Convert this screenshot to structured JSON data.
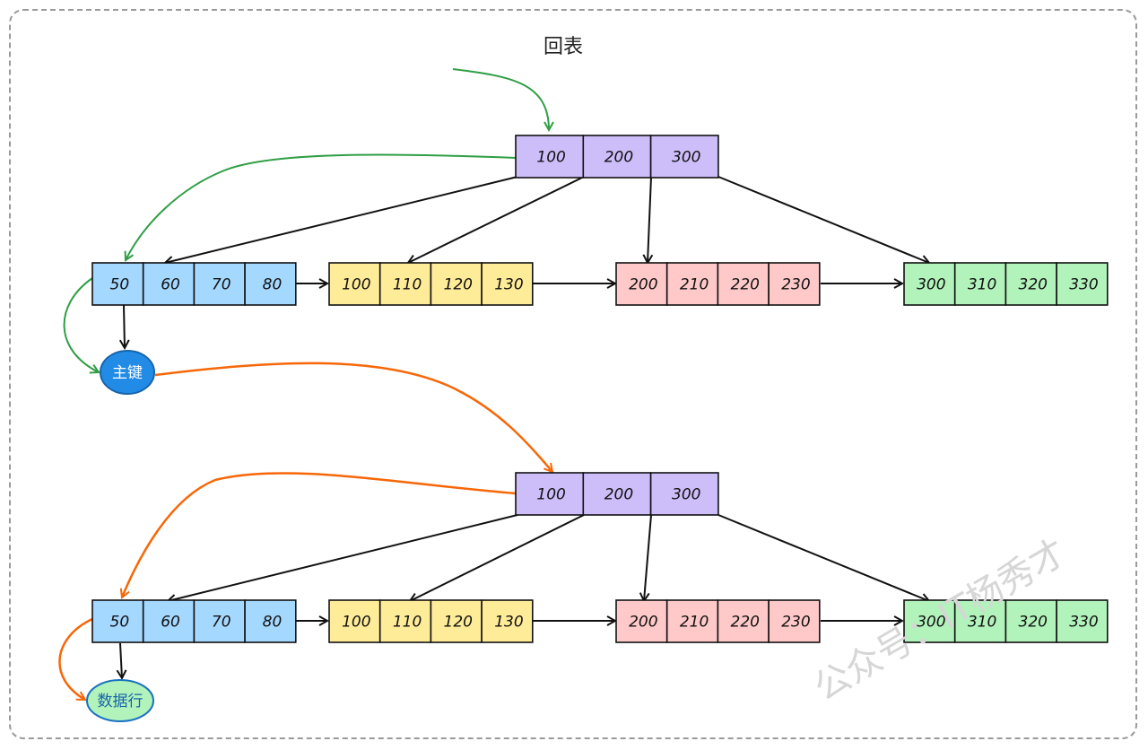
{
  "title": "回表",
  "colors": {
    "purple": "#cdbdf9",
    "blue": "#a5d8ff",
    "yellow": "#ffec99",
    "pink": "#ffc9c9",
    "green": "#b2f2bb",
    "ellipse_pk": "#228be6",
    "ellipse_row": "#b2f2bb",
    "arrow_green": "#2f9e44",
    "arrow_orange": "#f76707",
    "arrow_black": "#111111"
  },
  "trees": [
    {
      "root": [
        "100",
        "200",
        "300"
      ],
      "leaves": [
        [
          "50",
          "60",
          "70",
          "80"
        ],
        [
          "100",
          "110",
          "120",
          "130"
        ],
        [
          "200",
          "210",
          "220",
          "230"
        ],
        [
          "300",
          "310",
          "320",
          "330"
        ]
      ],
      "result": "主键"
    },
    {
      "root": [
        "100",
        "200",
        "300"
      ],
      "leaves": [
        [
          "50",
          "60",
          "70",
          "80"
        ],
        [
          "100",
          "110",
          "120",
          "130"
        ],
        [
          "200",
          "210",
          "220",
          "230"
        ],
        [
          "300",
          "310",
          "320",
          "330"
        ]
      ],
      "result": "数据行"
    }
  ],
  "watermark": "公众号：IT杨秀才"
}
